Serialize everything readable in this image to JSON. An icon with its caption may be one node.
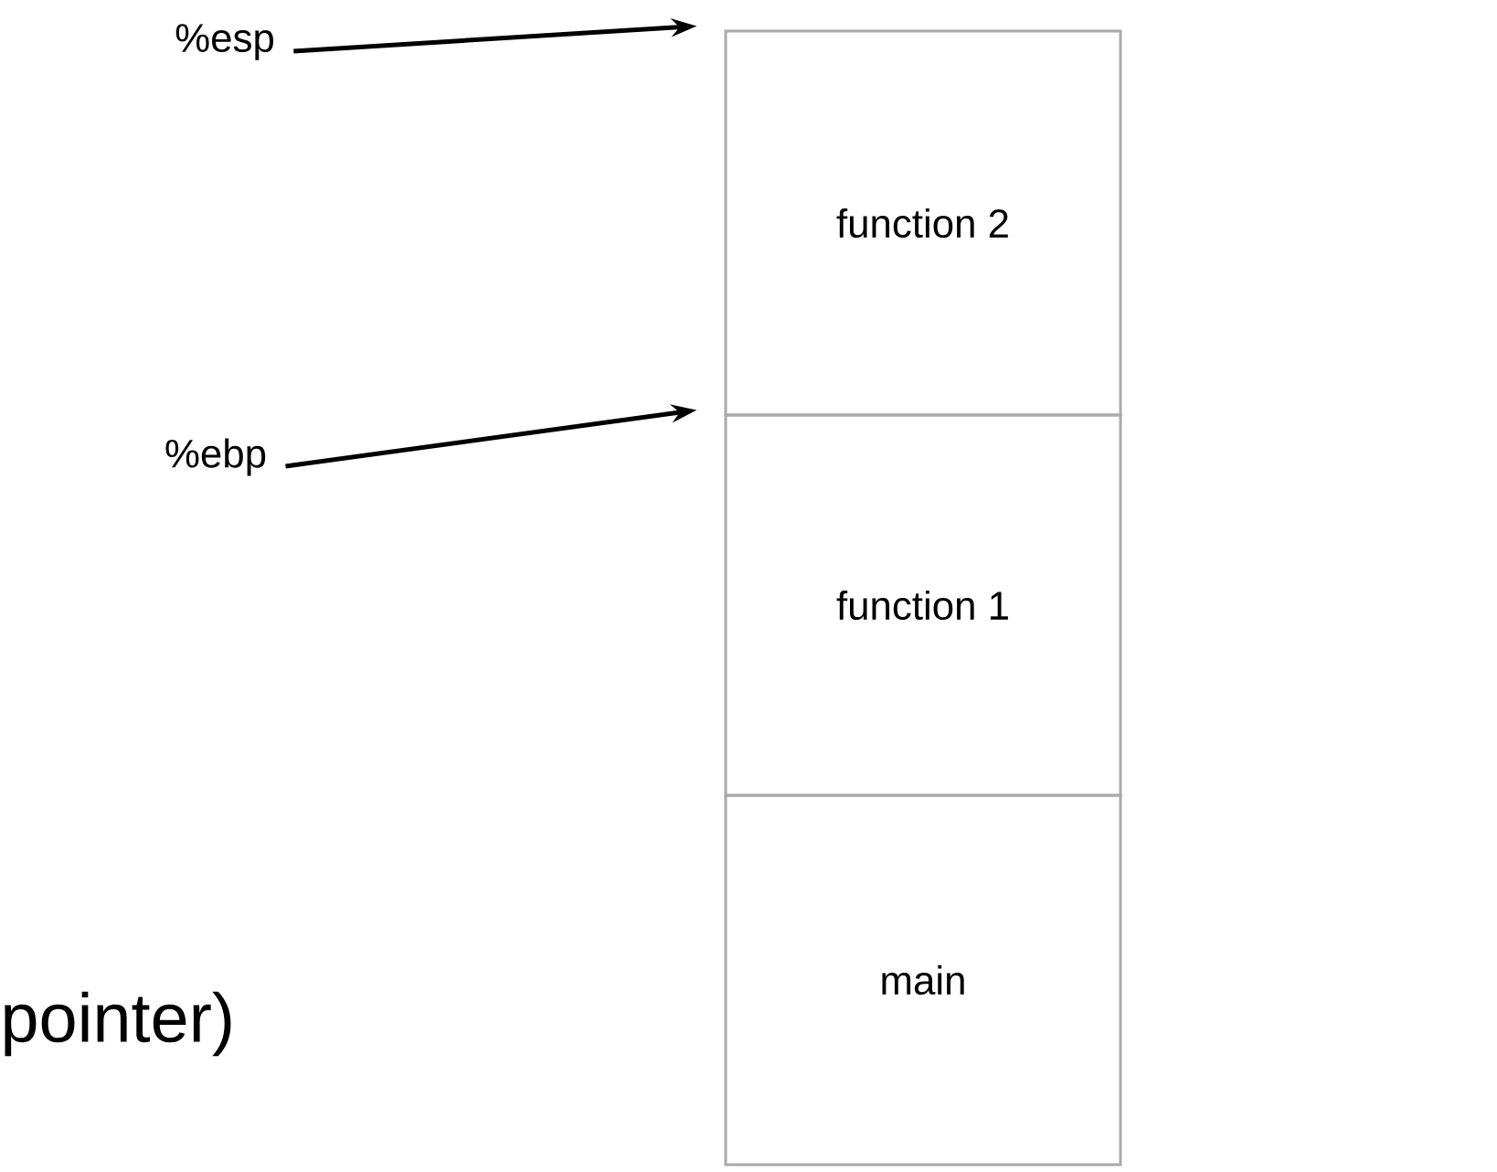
{
  "diagram": {
    "nodes": [
      {
        "text": [
          "%esp"
        ]
      },
      {
        "text": [
          "%ebp"
        ]
      },
      {
        "text": [
          "function 2"
        ]
      },
      {
        "text": [
          "function 1"
        ]
      },
      {
        "text": [
          "main"
        ]
      }
    ],
    "edges": [
      {
        "from": 0,
        "to": 2,
        "arrow": "to"
      },
      {
        "from": 1,
        "to": 3,
        "arrow": "to"
      }
    ],
    "labels": [
      "pointer)"
    ]
  }
}
